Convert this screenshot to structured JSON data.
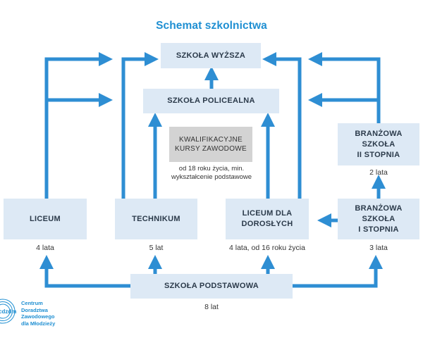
{
  "title": "Schemat szkolnictwa",
  "boxes": {
    "szkola_wyzsza": "SZKOŁA WYŻSZA",
    "szkola_policealna": "SZKOŁA POLICEALNA",
    "kursy": "KWALIFIKACYJNE\nKURSY ZAWODOWE",
    "branzowa_2": "BRANŻOWA\nSZKOŁA\nII STOPNIA",
    "liceum": "LICEUM",
    "technikum": "TECHNIKUM",
    "liceum_dorosli": "LICEUM DLA\nDOROSŁYCH",
    "branzowa_1": "BRANŻOWA\nSZKOŁA\nI STOPNIA",
    "podstawowa": "SZKOŁA PODSTAWOWA"
  },
  "labels": {
    "kursy_note": "od 18 roku życia, min.\nwykształcenie podstawowe",
    "branzowa_2_years": "2 lata",
    "liceum_years": "4 lata",
    "technikum_years": "5 lat",
    "liceum_dorosli_years": "4 lata, od 16 roku życia",
    "branzowa_1_years": "3 lata",
    "podstawowa_years": "8 lat"
  },
  "logo": {
    "mark": "cdzdm",
    "text": "Centrum\nDoradztwa\nZawodowego\ndla Młodzieży"
  },
  "colors": {
    "arrow": "#2e8ed3",
    "box": "#dde9f5",
    "gray_box": "#d3d3d3",
    "title": "#1f8fd2"
  }
}
